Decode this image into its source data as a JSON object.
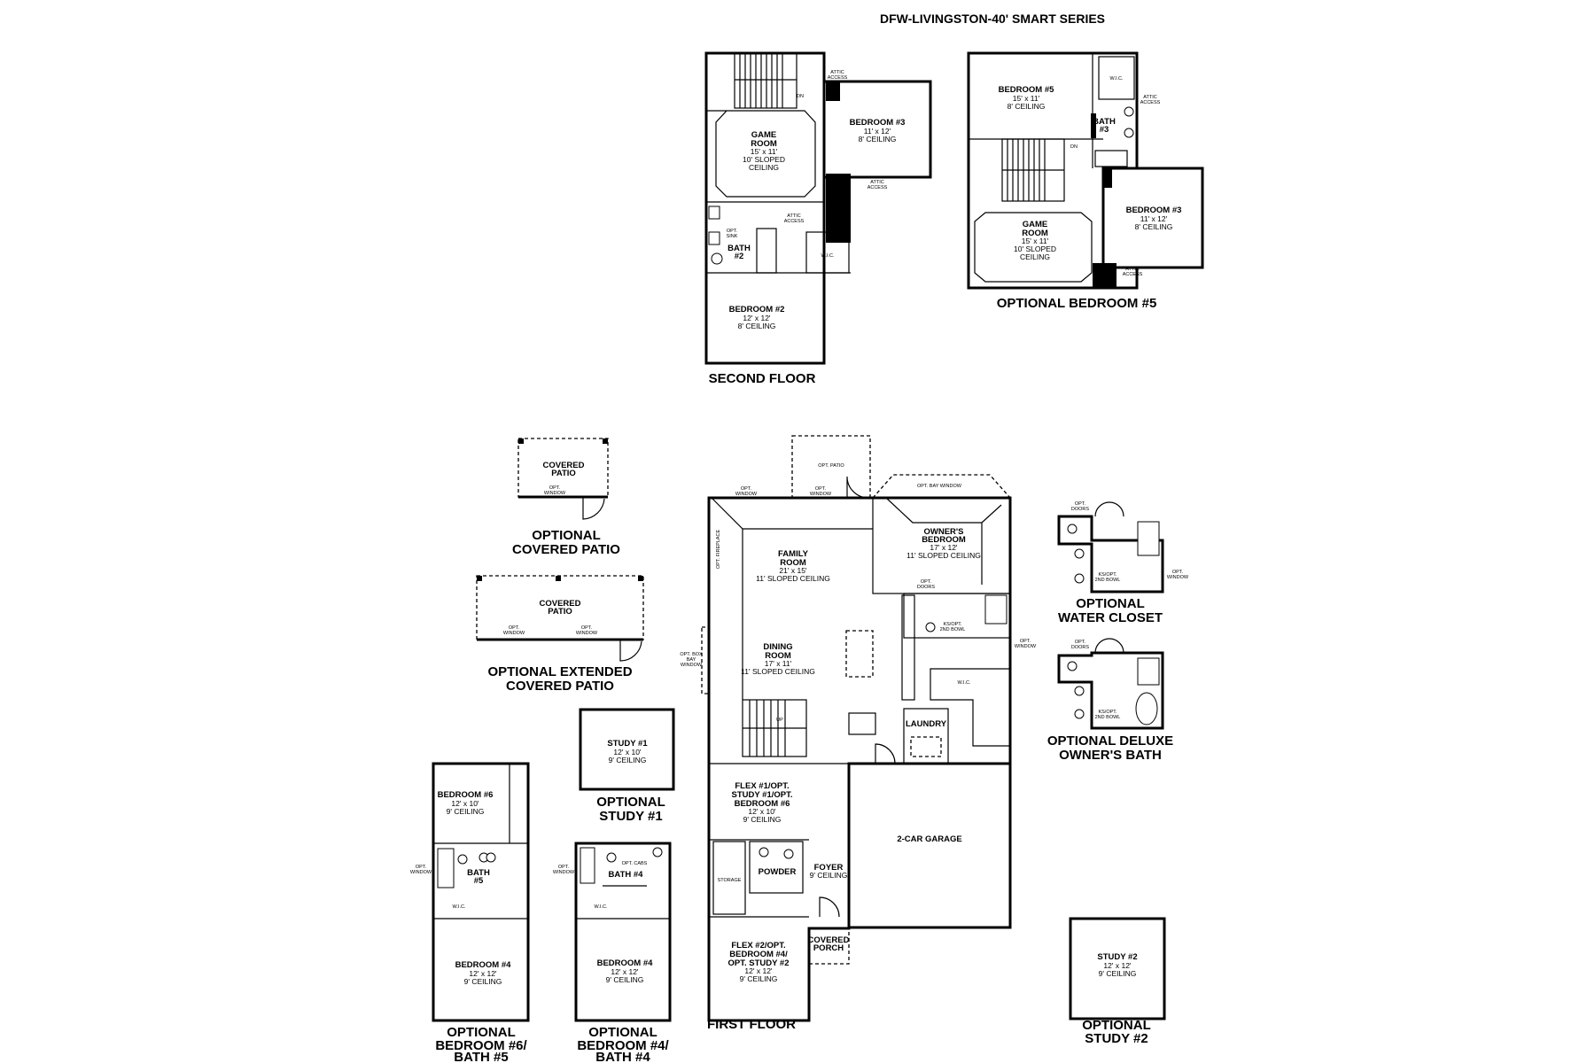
{
  "title": "DFW-LIVINGSTON-40' SMART SERIES",
  "captions": {
    "second_floor": "SECOND FLOOR",
    "opt_bedroom5": "OPTIONAL BEDROOM #5",
    "opt_covered_patio": [
      "OPTIONAL",
      "COVERED PATIO"
    ],
    "opt_ext_covered_patio": [
      "OPTIONAL EXTENDED",
      "COVERED PATIO"
    ],
    "opt_study1": [
      "OPTIONAL",
      "STUDY #1"
    ],
    "opt_bed6_bath5": [
      "OPTIONAL",
      "BEDROOM #6/",
      "BATH #5"
    ],
    "opt_bed4_bath4": [
      "OPTIONAL",
      "BEDROOM #4/",
      "BATH #4"
    ],
    "first_floor": "FIRST FLOOR",
    "opt_water_closet": [
      "OPTIONAL",
      "WATER CLOSET"
    ],
    "opt_deluxe_bath": [
      "OPTIONAL DELUXE",
      "OWNER'S BATH"
    ],
    "opt_study2": [
      "OPTIONAL",
      "STUDY #2"
    ]
  },
  "rooms": {
    "sf_game": [
      "GAME",
      "ROOM"
    ],
    "sf_game_dims": [
      "15' x 11'",
      "10' SLOPED",
      "CEILING"
    ],
    "sf_bed3": "BEDROOM #3",
    "sf_bed3_dims": [
      "11' x 12'",
      "8' CEILING"
    ],
    "sf_bath2": [
      "BATH",
      "#2"
    ],
    "sf_bed2": "BEDROOM #2",
    "sf_bed2_dims": [
      "12' x 12'",
      "8' CEILING"
    ],
    "ob5_bed5": "BEDROOM #5",
    "ob5_bed5_dims": [
      "15' x 11'",
      "8' CEILING"
    ],
    "ob5_bath3": [
      "BATH",
      "#3"
    ],
    "ob5_game": [
      "GAME",
      "ROOM"
    ],
    "ob5_game_dims": [
      "15' x 11'",
      "10' SLOPED",
      "CEILING"
    ],
    "ob5_bed3": "BEDROOM #3",
    "ob5_bed3_dims": [
      "11' x 12'",
      "8' CEILING"
    ],
    "patio": [
      "COVERED",
      "PATIO"
    ],
    "ff_family": [
      "FAMILY",
      "ROOM"
    ],
    "ff_family_dims": [
      "21' x 15'",
      "11' SLOPED CEILING"
    ],
    "ff_owner": [
      "OWNER'S",
      "BEDROOM"
    ],
    "ff_owner_dims": [
      "17' x 12'",
      "11' SLOPED CEILING"
    ],
    "ff_dining": [
      "DINING",
      "ROOM"
    ],
    "ff_dining_dims": [
      "17' x 11'",
      "11' SLOPED CEILING"
    ],
    "ff_laundry": "LAUNDRY",
    "ff_flex1": [
      "FLEX #1/OPT.",
      "STUDY #1/OPT.",
      "BEDROOM #6"
    ],
    "ff_flex1_dims": [
      "12' x 10'",
      "9' CEILING"
    ],
    "ff_garage": "2-CAR GARAGE",
    "ff_powder": "POWDER",
    "ff_foyer": "FOYER",
    "ff_foyer_dims": "9' CEILING",
    "ff_flex2": [
      "FLEX #2/OPT.",
      "BEDROOM #4/",
      "OPT. STUDY #2"
    ],
    "ff_flex2_dims": [
      "12' x 12'",
      "9' CEILING"
    ],
    "ff_porch": [
      "COVERED",
      "PORCH"
    ],
    "study1": "STUDY #1",
    "study1_dims": [
      "12' x 10'",
      "9' CEILING"
    ],
    "bed6": "BEDROOM #6",
    "bed6_dims": [
      "12' x 10'",
      "9' CEILING"
    ],
    "bath5": [
      "BATH",
      "#5"
    ],
    "bed4a": "BEDROOM #4",
    "bed4a_dims": [
      "12' x 12'",
      "9' CEILING"
    ],
    "bath4": "BATH #4",
    "bed4b": "BEDROOM #4",
    "bed4b_dims": [
      "12' x 12'",
      "9' CEILING"
    ],
    "study2": "STUDY #2",
    "study2_dims": [
      "12' x 12'",
      "9' CEILING"
    ]
  },
  "notes": {
    "attic_access": [
      "ATTIC",
      "ACCESS"
    ],
    "dn": "DN",
    "up": "UP",
    "wic": "W.I.C.",
    "opt_sink": [
      "OPT.",
      "SINK"
    ],
    "opt_window": [
      "OPT.",
      "WINDOW"
    ],
    "opt_patio": "OPT. PATIO",
    "opt_bay_window": "OPT. BAY WINDOW",
    "opt_fireplace": "OPT. FIREPLACE",
    "opt_box_bay": [
      "OPT. BOX",
      "BAY",
      "WINDOW"
    ],
    "opt_doors": [
      "OPT.",
      "DOORS"
    ],
    "ks_2nd_bowl": [
      "KS/OPT.",
      "2ND BOWL"
    ],
    "storage": "STORAGE",
    "opt_cabs": "OPT. CABS"
  }
}
